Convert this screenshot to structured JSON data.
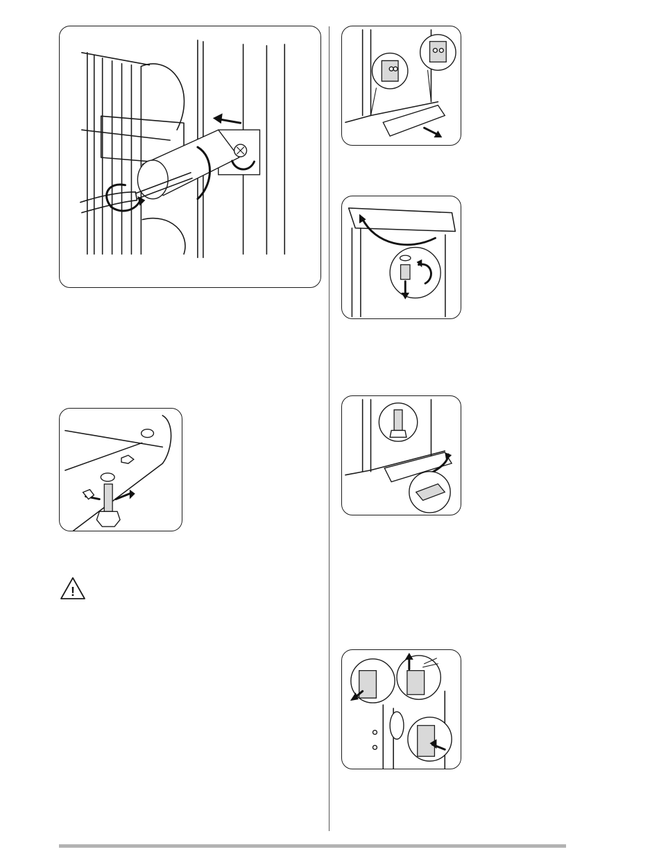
{
  "page": {
    "background": "#ffffff",
    "rule_color": "#b3b3b3"
  },
  "figures": [
    {
      "id": "fig-screwdriver-tube",
      "icons": [
        "screwdriver",
        "rotation-arrow",
        "push-arrow"
      ]
    },
    {
      "id": "fig-foot-bolt",
      "icons": [
        "hex-bolt",
        "washer",
        "rotation-arrow"
      ]
    },
    {
      "id": "fig-bottom-brackets",
      "icons": [
        "bracket",
        "pull-arrow"
      ]
    },
    {
      "id": "fig-top-pin",
      "icons": [
        "pin",
        "washer",
        "rotation-arrow"
      ]
    },
    {
      "id": "fig-bottom-pin-cover",
      "icons": [
        "pin",
        "cover-cap"
      ]
    },
    {
      "id": "fig-handle-screws",
      "icons": [
        "screwdriver",
        "push-arrow",
        "screw"
      ]
    }
  ],
  "warning": {
    "icon": "warning-triangle-icon",
    "glyph": "!"
  }
}
